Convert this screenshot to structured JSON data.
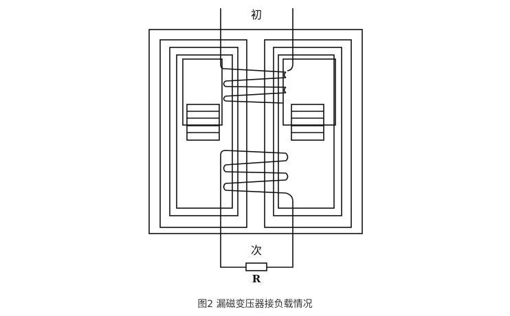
{
  "diagram": {
    "primary_label": "初",
    "secondary_label": "次",
    "resistor_label": "R",
    "caption": "图2 漏磁变压器接负载情况",
    "line_color": "#111111",
    "background": "#ffffff"
  }
}
